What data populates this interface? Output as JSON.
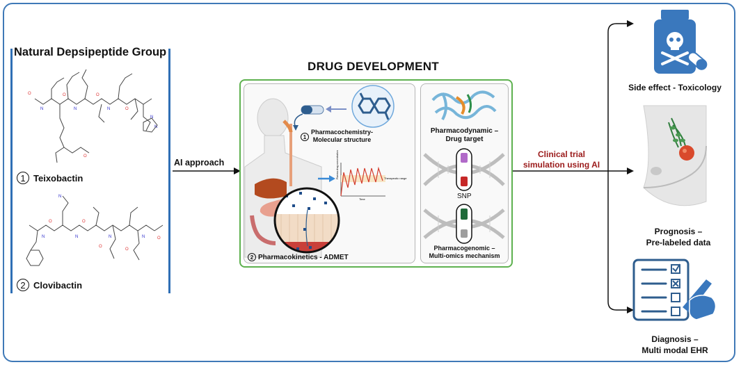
{
  "left": {
    "title": "Natural Depsipeptide Group",
    "compounds": [
      {
        "num": "1",
        "name": "Teixobactin"
      },
      {
        "num": "2",
        "name": "Clovibactin"
      }
    ]
  },
  "arrow_label": "AI approach",
  "drug_dev": {
    "title": "DRUG DEVELOPMENT",
    "pharmacochem": {
      "num": "1",
      "line1": "Pharmacochemistry-",
      "line2": "Molecular structure"
    },
    "pharmacokinetics": {
      "num": "2",
      "label": "Pharmacokinetics - ADMET"
    },
    "pharmacodynamic": {
      "line1": "Pharmacodynamic –",
      "line2": "Drug target"
    },
    "snp": "SNP",
    "pharmacogenomic": {
      "line1": "Pharmacogenomic –",
      "line2": "Multi-omics mechanism"
    },
    "graph": {
      "ylabel": "Plasma drug concentration",
      "xlabel": "Time",
      "range_label": "Therapeutic range"
    }
  },
  "clinical": {
    "line1": "Clinical trial",
    "line2": "simulation using AI"
  },
  "outcomes": {
    "toxicology": {
      "line1": "Side effect - Toxicology"
    },
    "prognosis": {
      "line1": "Prognosis –",
      "line2": "Pre-labeled data"
    },
    "diagnosis": {
      "line1": "Diagnosis –",
      "line2": "Multi modal EHR"
    }
  },
  "colors": {
    "frame": "#3f79b7",
    "green": "#5eb14f",
    "red_text": "#9b1b1b",
    "blue_icon": "#2e5d8e"
  }
}
